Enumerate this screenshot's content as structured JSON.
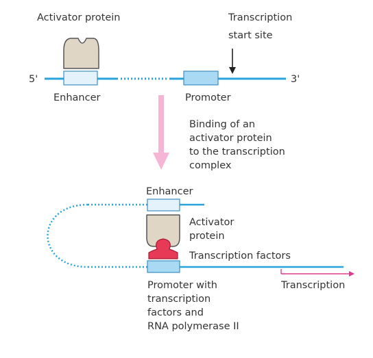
{
  "colors": {
    "dna": "#29a3dc",
    "promoter_fill": "#a9d9f3",
    "enhancer_fill": "#e3f2fb",
    "box_stroke": "#3b8fc4",
    "activator_fill": "#dfd6c6",
    "activator_stroke": "#555555",
    "tf_fill": "#e63a57",
    "tf_stroke": "#a61a34",
    "arrow_pink": "#f5b6d5",
    "transcription_arrow": "#e0388c",
    "text": "#333333"
  },
  "top": {
    "activator_label": "Activator protein",
    "tss_label_line1": "Transcription",
    "tss_label_line2": "start site",
    "five_prime": "5'",
    "three_prime": "3'",
    "enhancer_label": "Enhancer",
    "promoter_label": "Promoter"
  },
  "step": {
    "line1": "Binding of an",
    "line2": "activator protein",
    "line3": "to the transcription",
    "line4": "complex"
  },
  "bottom": {
    "enhancer_label": "Enhancer",
    "activator_line1": "Activator",
    "activator_line2": "protein",
    "tf_label": "Transcription factors",
    "promoter_line1": "Promoter with",
    "promoter_line2": "transcription",
    "promoter_line3": "factors and",
    "promoter_line4": "RNA polymerase II",
    "transcription_label": "Transcription"
  }
}
